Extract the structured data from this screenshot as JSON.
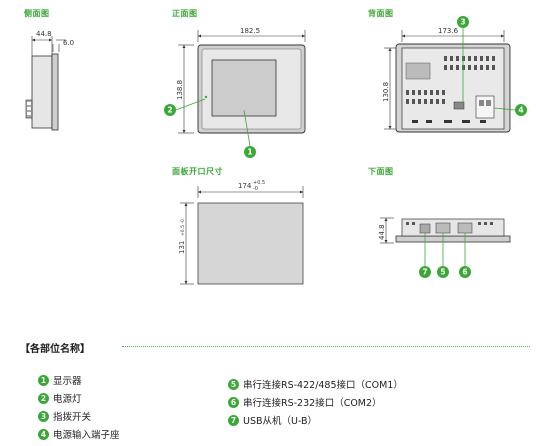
{
  "titles": {
    "side": "侧面图",
    "front": "正面图",
    "back": "背面图",
    "cutout": "面板开口尺寸",
    "bottom": "下面图"
  },
  "dims": {
    "side_width": "44.8",
    "side_bezel": "6.0",
    "front_width": "182.5",
    "front_height": "138.8",
    "back_width": "173.6",
    "back_height": "130.8",
    "cutout_width": "174",
    "cutout_width_tol_plus": "+0.5",
    "cutout_width_tol_minus": "-0",
    "cutout_height": "131",
    "cutout_height_tol": "+0.5 -0",
    "bottom_depth": "44.8"
  },
  "callouts": [
    "1",
    "2",
    "3",
    "4",
    "5",
    "6",
    "7"
  ],
  "section": {
    "heading": "【各部位名称】"
  },
  "legend_left": [
    {
      "num": "1",
      "label": "显示器"
    },
    {
      "num": "2",
      "label": "电源灯"
    },
    {
      "num": "3",
      "label": "指拨开关"
    },
    {
      "num": "4",
      "label": "电源输入端子座"
    }
  ],
  "legend_right": [
    {
      "num": "5",
      "label": "串行连接RS-422/485接口（COM1）"
    },
    {
      "num": "6",
      "label": "串行连接RS-232接口（COM2）"
    },
    {
      "num": "7",
      "label": "USB从机（U-B）"
    }
  ],
  "colors": {
    "accent": "#3aa836"
  }
}
